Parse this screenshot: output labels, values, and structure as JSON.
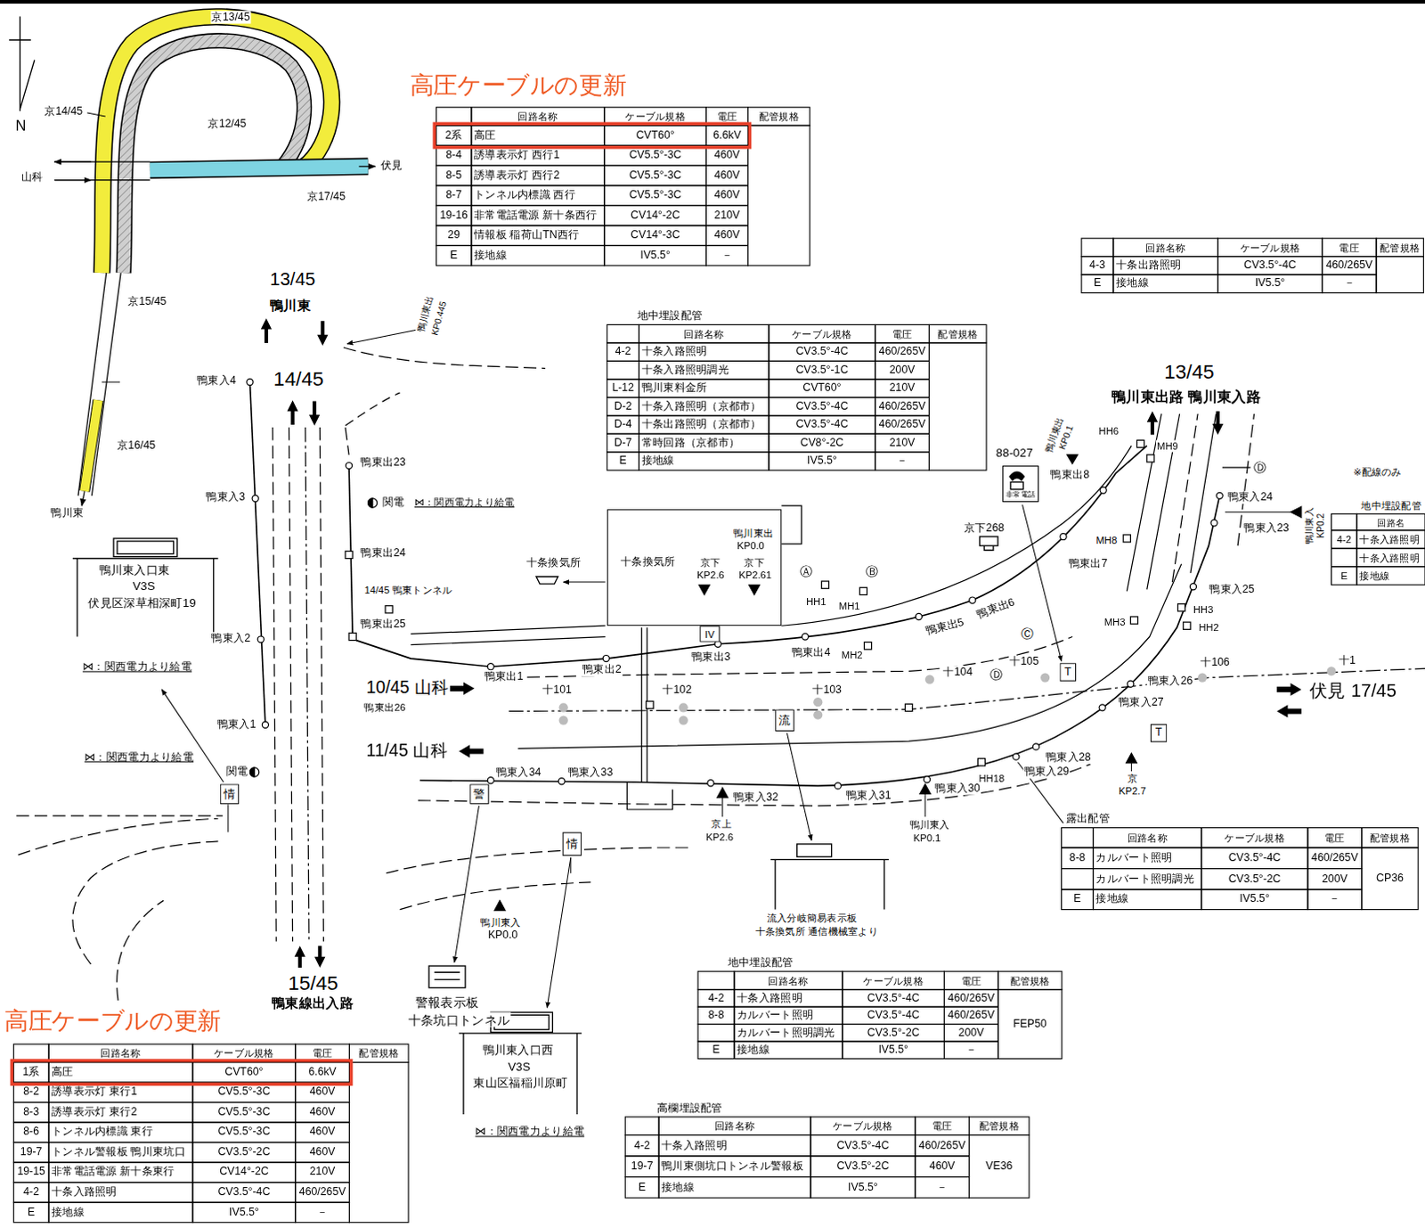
{
  "diagram": {
    "nodes": [
      {
        "text": [
          "十条換気所"
        ]
      },
      {
        "text": [
          "情"
        ]
      },
      {
        "text": [
          "警"
        ]
      },
      {
        "text": [
          "情"
        ]
      },
      {
        "text": [
          "流"
        ]
      },
      {
        "text": [
          "IV"
        ]
      },
      {
        "text": [
          "非常電話"
        ]
      },
      {
        "text": [
          "T"
        ]
      },
      {
        "text": [
          "T"
        ]
      }
    ],
    "labels": [
      "京13/45",
      "京14/45",
      "京12/45",
      "N",
      "山科",
      "伏見",
      "京17/45",
      "京15/45",
      "京16/45",
      "鴨川東",
      "高圧ケーブルの更新",
      "13/45",
      "鴨川東",
      "鴨川東出",
      "KP0.445",
      "14/45",
      "鴨東入4",
      "鴨東出23",
      "関電",
      "⋈：関西電力より給電",
      "鴨東入3",
      "鴨東出24",
      "鴨川東入口東",
      "V3S",
      "伏見区深草相深町19",
      "14/45 鴨東トンネル",
      "鴨東入2",
      "鴨東出25",
      "⋈：関西電力より給電",
      "10/45 山科",
      "鴨東出26",
      "鴨東入1",
      "11/45 山科",
      "⋈：関西電力より給電",
      "関電",
      "15/45",
      "鴨東線出入路",
      "警報表示板",
      "十条坑口トンネル",
      "鴨川東入",
      "KP0.0",
      "鴨川東入口西",
      "V3S",
      "東山区福稲川原町",
      "⋈：関西電力より給電",
      "高圧ケーブルの更新",
      "十条換気所",
      "鴨川東出",
      "KP0.0",
      "京下",
      "KP2.6",
      "京下",
      "KP2.61",
      "Ⓐ",
      "Ⓑ",
      "HH1",
      "MH1",
      "鴨東出5",
      "鴨東出6",
      "鴨東出1",
      "鴨東出2",
      "鴨東出3",
      "鴨東出4",
      "MH2",
      "十101",
      "十102",
      "十103",
      "十104",
      "Ⓒ",
      "Ⓓ",
      "十105",
      "十106",
      "十1",
      "伏見 17/45",
      "鴨東入26",
      "鴨東入27",
      "鴨東入28",
      "鴨東入29",
      "HH18",
      "鴨東入30",
      "鴨東入31",
      "鴨東入32",
      "鴨東入33",
      "鴨東入34",
      "京上",
      "KP2.6",
      "鴨川東入",
      "KP0.1",
      "京",
      "KP2.7",
      "流入分岐簡易表示板",
      "十条換気所 通信機械室より",
      "露出配管",
      "地中埋設配管",
      "高欄埋設配管",
      "地中埋設配管",
      "13/45",
      "鴨川東出路 鴨川東入路",
      "HH6",
      "MH9",
      "鴨川東出",
      "KP0.1",
      "88-027",
      "京下268",
      "鴨東出8",
      "鴨東入24",
      "Ⓓ",
      "鴨東入23",
      "鴨川東入",
      "KP0.2",
      "MH8",
      "鴨東出7",
      "鴨東入25",
      "MH3",
      "HH3",
      "HH2",
      "※配線のみ",
      "地中埋設配管",
      "回路名称",
      "ケーブル規格",
      "電圧",
      "配管規格",
      "2系",
      "高圧",
      "CVT60°",
      "6.6kV",
      "8-4",
      "誘導表示灯 西行1",
      "CV5.5°-3C",
      "460V",
      "8-5",
      "誘導表示灯 西行2",
      "CV5.5°-3C",
      "460V",
      "8-7",
      "トンネル内標識 西行",
      "CV5.5°-3C",
      "460V",
      "19-16",
      "非常電話電源 新十条西行",
      "CV14°-2C",
      "210V",
      "29",
      "情報板 稲荷山TN西行",
      "CV14°-3C",
      "460V",
      "E",
      "接地線",
      "IV5.5°",
      "－",
      "回路名称",
      "ケーブル規格",
      "電圧",
      "配管規格",
      "4-3",
      "十条出路照明",
      "CV3.5°-4C",
      "460/265V",
      "E",
      "接地線",
      "IV5.5°",
      "－",
      "回路名称",
      "ケーブル規格",
      "電圧",
      "配管規格",
      "4-2",
      "十条入路照明",
      "CV3.5°-4C",
      "460/265V",
      "十条入路照明調光",
      "CV3.5°-1C",
      "200V",
      "L-12",
      "鴨川東料金所",
      "CVT60°",
      "210V",
      "D-2",
      "十条入路照明（京都市）",
      "CV3.5°-4C",
      "460/265V",
      "D-4",
      "十条出路照明（京都市）",
      "CV3.5°-4C",
      "460/265V",
      "D-7",
      "常時回路（京都市）",
      "CV8°-2C",
      "210V",
      "E",
      "接地線",
      "IV5.5°",
      "－",
      "回路名",
      "4-2",
      "十条入路照明",
      "十条入路照明",
      "E",
      "接地線",
      "回路名称",
      "ケーブル規格",
      "電圧",
      "配管規格",
      "8-8",
      "カルバート照明",
      "CV3.5°-4C",
      "460/265V",
      "CP36",
      "カルバート照明調光",
      "CV3.5°-2C",
      "200V",
      "E",
      "接地線",
      "IV5.5°",
      "－",
      "回路名称",
      "ケーブル規格",
      "電圧",
      "配管規格",
      "4-2",
      "十条入路照明",
      "CV3.5°-4C",
      "460/265V",
      "FEP50",
      "8-8",
      "カルバート照明",
      "CV3.5°-4C",
      "460/265V",
      "カルバート照明調光",
      "CV3.5°-2C",
      "200V",
      "E",
      "接地線",
      "IV5.5°",
      "－",
      "回路名称",
      "ケーブル規格",
      "電圧",
      "配管規格",
      "4-2",
      "十条入路照明",
      "CV3.5°-4C",
      "460/265V",
      "VE36",
      "19-7",
      "鴨川東側坑口トンネル警報板",
      "CV3.5°-2C",
      "460V",
      "E",
      "接地線",
      "IV5.5°",
      "－",
      "回路名称",
      "ケーブル規格",
      "電圧",
      "配管規格",
      "1系",
      "高圧",
      "CVT60°",
      "6.6kV",
      "8-2",
      "誘導表示灯 東行1",
      "CV5.5°-3C",
      "460V",
      "8-3",
      "誘導表示灯 東行2",
      "CV5.5°-3C",
      "460V",
      "8-6",
      "トンネル内標識 東行",
      "CV5.5°-3C",
      "460V",
      "19-7",
      "トンネル警報板 鴨川東坑口",
      "CV3.5°-2C",
      "460V",
      "19-15",
      "非常電話電源 新十条東行",
      "CV14°-2C",
      "210V",
      "4-2",
      "十条入路照明",
      "CV3.5°-4C",
      "460/265V",
      "E",
      "接地線",
      "IV5.5°",
      "－"
    ]
  }
}
